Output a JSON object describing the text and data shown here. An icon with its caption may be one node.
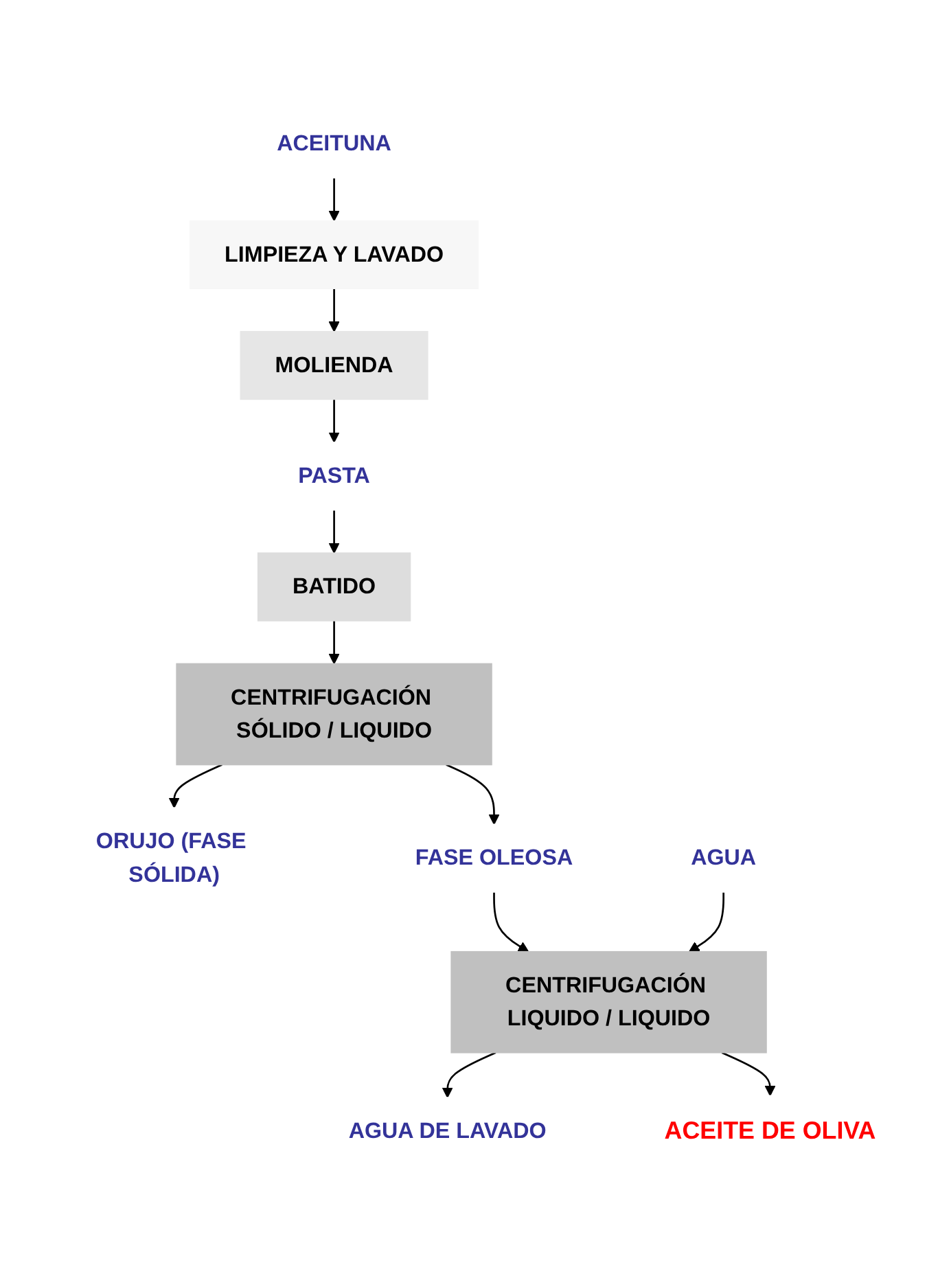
{
  "diagram": {
    "nodes": [
      {
        "text": [
          "ACEITUNA"
        ]
      },
      {
        "text": [
          "LIMPIEZA Y LAVADO"
        ]
      },
      {
        "text": [
          "MOLIENDA"
        ]
      },
      {
        "text": [
          "PASTA"
        ]
      },
      {
        "text": [
          "BATIDO"
        ]
      },
      {
        "text": [
          "CENTRIFUGACIÓN SÓLIDO / LIQUIDO"
        ]
      },
      {
        "text": [
          "ORUJO (FASE SÓLIDA)"
        ]
      },
      {
        "text": [
          "FASE OLEOSA"
        ]
      },
      {
        "text": [
          "AGUA"
        ]
      },
      {
        "text": [
          "CENTRIFUGACIÓN LIQUIDO / LIQUIDO"
        ]
      },
      {
        "text": [
          "AGUA DE LAVADO"
        ]
      },
      {
        "text": [
          "ACEITE DE OLIVA"
        ]
      }
    ],
    "edges": [
      {
        "from": 0,
        "to": 1,
        "arrow": "to"
      },
      {
        "from": 1,
        "to": 2,
        "arrow": "to"
      },
      {
        "from": 2,
        "to": 3,
        "arrow": "to"
      },
      {
        "from": 3,
        "to": 4,
        "arrow": "to"
      },
      {
        "from": 4,
        "to": 5,
        "arrow": "to"
      },
      {
        "from": 5,
        "to": 6,
        "arrow": "to"
      },
      {
        "from": 5,
        "to": 7,
        "arrow": "to"
      },
      {
        "from": 7,
        "to": 9,
        "arrow": "to"
      },
      {
        "from": 8,
        "to": 9,
        "arrow": "to"
      },
      {
        "from": 9,
        "to": 10,
        "arrow": "to"
      },
      {
        "from": 9,
        "to": 11,
        "arrow": "to"
      }
    ]
  }
}
